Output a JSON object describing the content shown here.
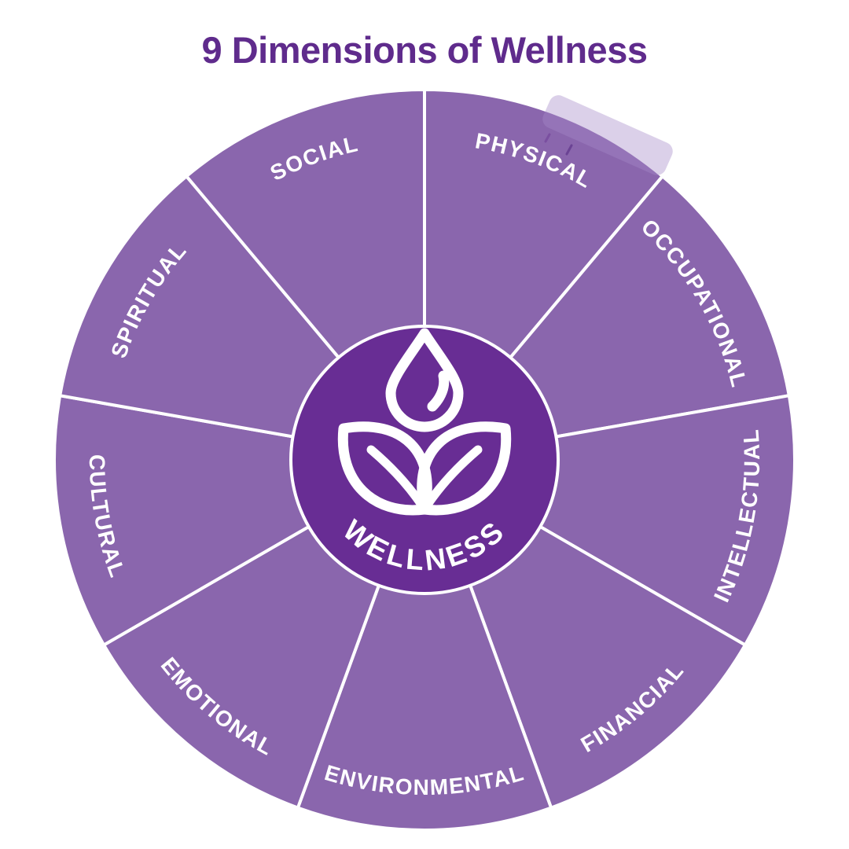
{
  "title": "9 Dimensions of Wellness",
  "wheel": {
    "center_label": "WELLNESS",
    "center_icon": "droplet-leaves-icon",
    "segment_count": 9,
    "segment_arc_degrees": 40,
    "segments_clockwise_from_top": [
      {
        "label": "PHYSICAL",
        "start_deg": 0,
        "end_deg": 40
      },
      {
        "label": "OCCUPATIONAL",
        "start_deg": 40,
        "end_deg": 80
      },
      {
        "label": "INTELLECTUAL",
        "start_deg": 80,
        "end_deg": 120
      },
      {
        "label": "FINANCIAL",
        "start_deg": 120,
        "end_deg": 160
      },
      {
        "label": "ENVIRONMENTAL",
        "start_deg": 160,
        "end_deg": 200
      },
      {
        "label": "EMOTIONAL",
        "start_deg": 200,
        "end_deg": 240
      },
      {
        "label": "CULTURAL",
        "start_deg": 240,
        "end_deg": 280
      },
      {
        "label": "SPIRITUAL",
        "start_deg": 280,
        "end_deg": 320
      },
      {
        "label": "SOCIAL",
        "start_deg": 320,
        "end_deg": 360
      }
    ],
    "colors": {
      "background": "#ffffff",
      "segment_fill": "#8a66ad",
      "divider": "#ffffff",
      "center_fill": "#682d94",
      "label_text": "#ffffff",
      "title_text": "#5f2b8c"
    }
  }
}
